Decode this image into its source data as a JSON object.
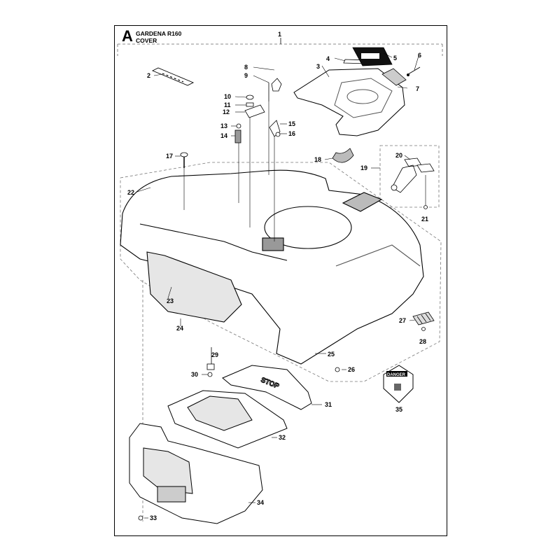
{
  "header": {
    "section_letter": "A",
    "model": "GARDENA R160",
    "section": "COVER"
  },
  "parts": {
    "p1": "1",
    "p2": "2",
    "p3": "3",
    "p4": "4",
    "p5": "5",
    "p6": "6",
    "p7": "7",
    "p8": "8",
    "p9": "9",
    "p10": "10",
    "p11": "11",
    "p12": "12",
    "p13": "13",
    "p14": "14",
    "p15": "15",
    "p16": "16",
    "p17": "17",
    "p18": "18",
    "p19": "19",
    "p20": "20",
    "p21": "21",
    "p22": "22",
    "p23": "23",
    "p24": "24",
    "p25": "25",
    "p26": "26",
    "p27": "27",
    "p28": "28",
    "p29": "29",
    "p30": "30",
    "p31": "31",
    "p32": "32",
    "p33": "33",
    "p34": "34",
    "p35": "35"
  },
  "decals": {
    "warning_label": "DANGER",
    "stop_button": "STOP"
  }
}
